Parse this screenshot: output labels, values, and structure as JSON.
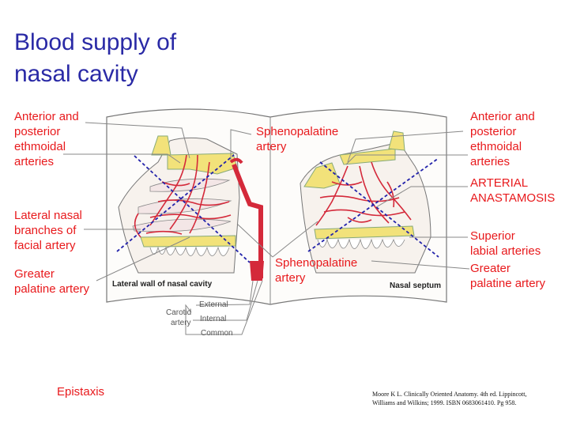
{
  "title": {
    "line1": "Blood supply of",
    "line2": "nasal cavity"
  },
  "labels": {
    "ant_post_ethmoidal_left": [
      "Anterior and",
      "posterior",
      "ethmoidal",
      "arteries"
    ],
    "lateral_nasal": [
      "Lateral nasal",
      "branches of",
      "facial artery"
    ],
    "greater_palatine_left": [
      "Greater",
      "palatine artery"
    ],
    "sphenopalatine_top": [
      "Sphenopalatine",
      "artery"
    ],
    "sphenopalatine_bottom": [
      "Sphenopalatine",
      "artery"
    ],
    "ant_post_ethmoidal_right": [
      "Anterior and",
      "posterior",
      "ethmoidal",
      "arteries"
    ],
    "arterial_anastamosis": [
      "ARTERIAL",
      "ANASTAMOSIS"
    ],
    "superior_labial": [
      "Superior",
      "labial arteries"
    ],
    "greater_palatine_right": [
      "Greater",
      "palatine artery"
    ]
  },
  "figure": {
    "caption_left": "Lateral wall of nasal cavity",
    "caption_right": "Nasal septum",
    "carotid": {
      "label1": "Carotid",
      "label2": "artery",
      "external": "External",
      "internal": "Internal",
      "common": "Common"
    }
  },
  "footer": {
    "topic": "Epistaxis",
    "reference_line1": "Moore K L. Clinically Oriented Anatomy. 4th ed. Lippincott,",
    "reference_line2": "Williams and Wilkins; 1999. ISBN 0683061410. Pg 958."
  },
  "colors": {
    "title": "#2a2aa6",
    "labels": "#e8191c",
    "artery": "#d4293a",
    "bone": "#f2e27a",
    "anastomosis_lines": "#2222aa"
  }
}
